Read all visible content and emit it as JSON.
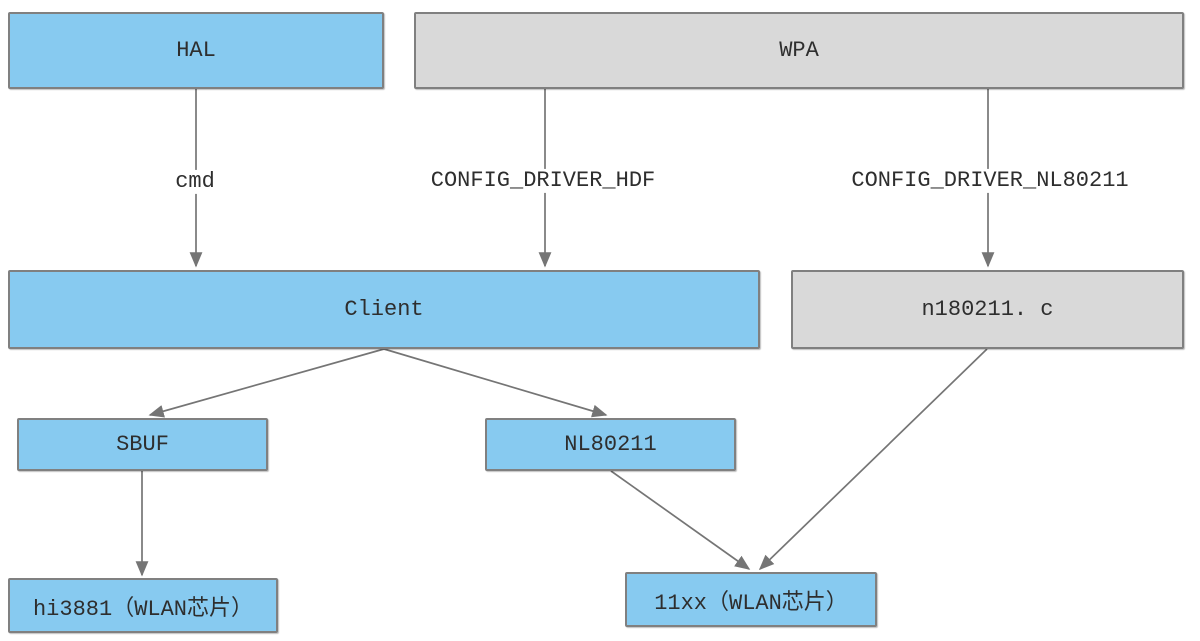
{
  "diagram": {
    "type": "flowchart",
    "colors": {
      "node_blue_fill": "#87CAF0",
      "node_gray_fill": "#D9D9D9",
      "node_border": "#808080",
      "edge_color": "#757575",
      "text_color": "#2E2E2E",
      "background": "#FFFFFF"
    },
    "nodes": [
      {
        "id": "hal",
        "label": "HAL",
        "style": "blue"
      },
      {
        "id": "wpa",
        "label": "WPA",
        "style": "gray"
      },
      {
        "id": "client",
        "label": "Client",
        "style": "blue"
      },
      {
        "id": "nl80211c",
        "label": "n180211. c",
        "style": "gray"
      },
      {
        "id": "sbuf",
        "label": "SBUF",
        "style": "blue"
      },
      {
        "id": "nl80211",
        "label": "NL80211",
        "style": "blue"
      },
      {
        "id": "hi3881",
        "label": "hi3881（WLAN芯片）",
        "style": "blue"
      },
      {
        "id": "11xx",
        "label": "11xx（WLAN芯片）",
        "style": "blue"
      }
    ],
    "edge_labels": [
      {
        "text": "cmd"
      },
      {
        "text": "CONFIG_DRIVER_HDF"
      },
      {
        "text": "CONFIG_DRIVER_NL80211"
      }
    ],
    "edges": [
      {
        "from": "HAL",
        "to": "Client",
        "label": "cmd"
      },
      {
        "from": "WPA",
        "to": "Client",
        "label": "CONFIG_DRIVER_HDF"
      },
      {
        "from": "WPA",
        "to": "n180211. c",
        "label": "CONFIG_DRIVER_NL80211"
      },
      {
        "from": "Client",
        "to": "SBUF",
        "label": ""
      },
      {
        "from": "Client",
        "to": "NL80211",
        "label": ""
      },
      {
        "from": "SBUF",
        "to": "hi3881（WLAN芯片）",
        "label": ""
      },
      {
        "from": "NL80211",
        "to": "11xx（WLAN芯片）",
        "label": ""
      },
      {
        "from": "n180211. c",
        "to": "11xx（WLAN芯片）",
        "label": ""
      }
    ]
  }
}
